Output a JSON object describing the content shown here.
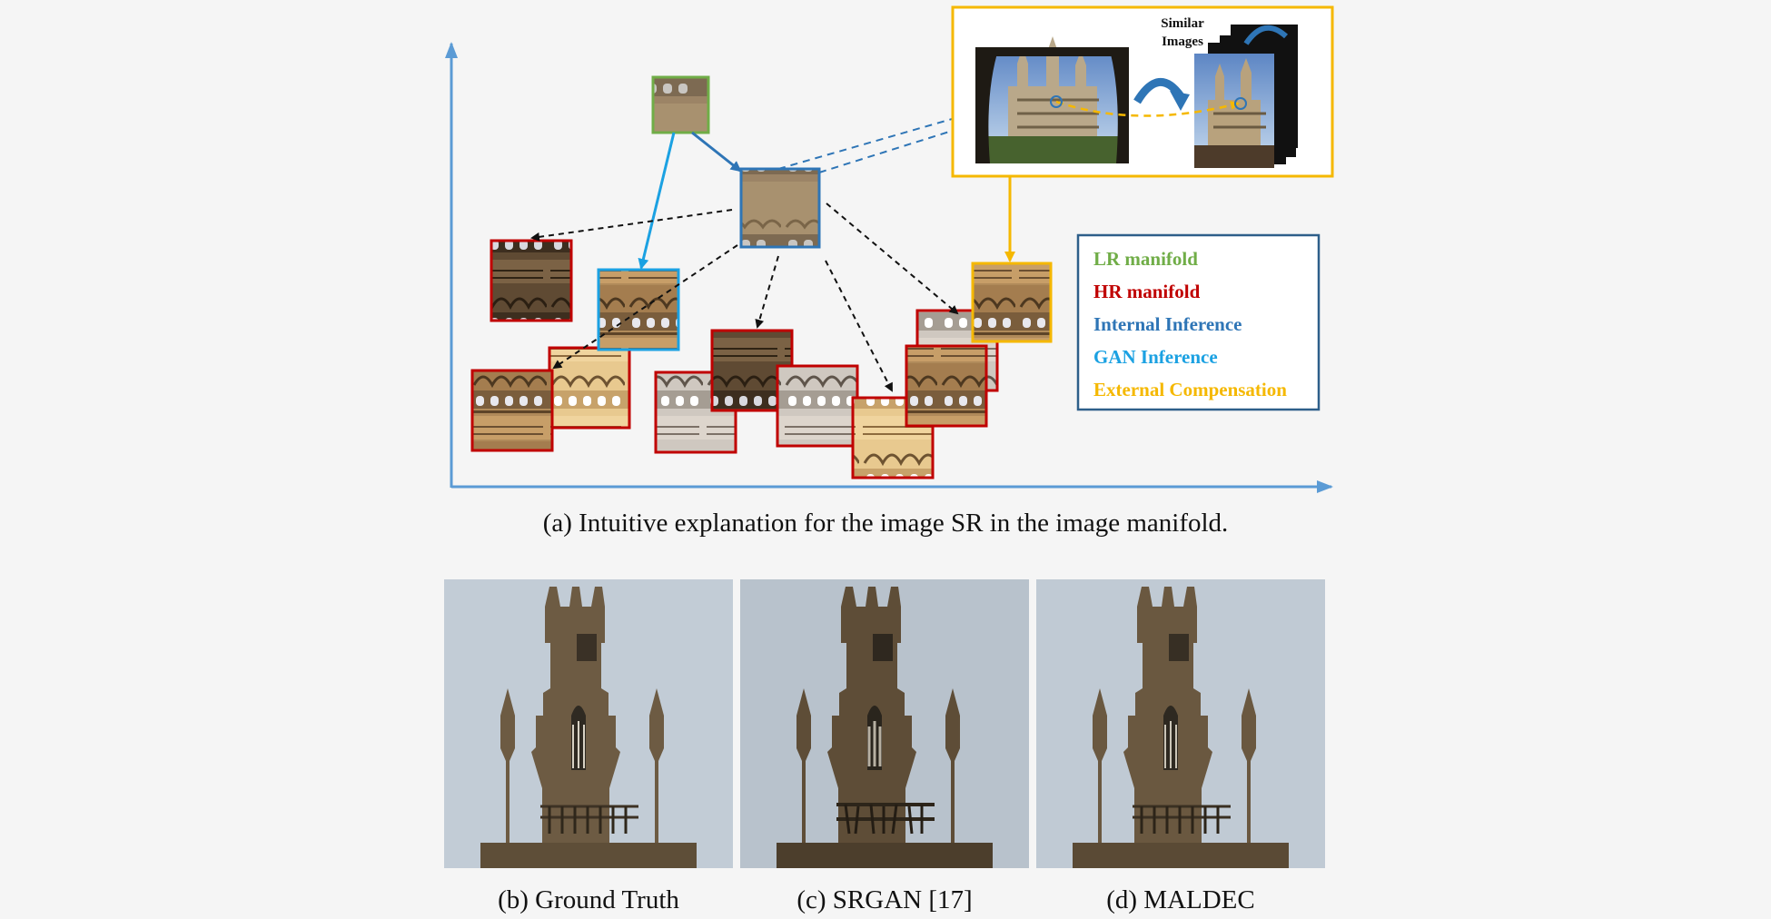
{
  "figure_a": {
    "inset_label_line1": "Similar",
    "inset_label_line2": "Images",
    "legend": [
      {
        "label": "LR manifold",
        "color": "#70ad47"
      },
      {
        "label": "HR manifold",
        "color": "#c00000"
      },
      {
        "label": "Internal Inference",
        "color": "#2e75b6"
      },
      {
        "label": "GAN Inference",
        "color": "#1ba1e2"
      },
      {
        "label": "External Compensation",
        "color": "#f5b800"
      }
    ],
    "caption": "(a) Intuitive explanation for the image SR in the image manifold."
  },
  "colors": {
    "axis": "#5b9bd5",
    "lr": "#70ad47",
    "hr": "#c00000",
    "internal": "#2e75b6",
    "gan": "#1ba1e2",
    "external": "#f5b800"
  },
  "panels": {
    "b": {
      "caption": "(b) Ground Truth"
    },
    "c": {
      "caption": "(c) SRGAN [17]"
    },
    "d": {
      "caption": "(d) MALDEC"
    }
  }
}
